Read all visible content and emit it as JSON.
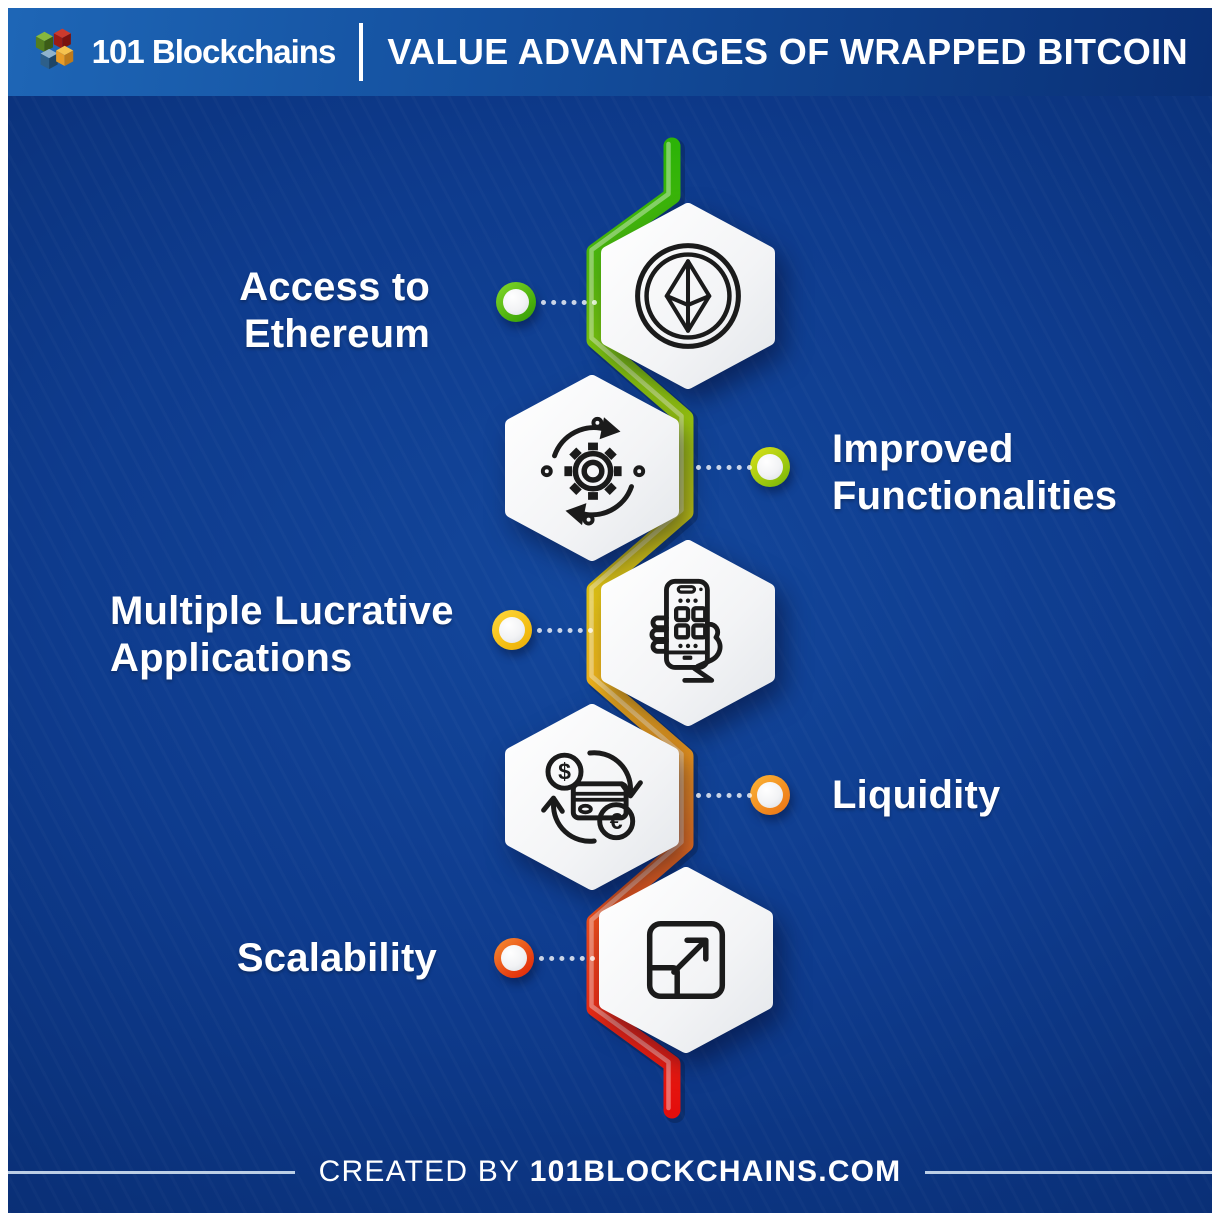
{
  "header": {
    "logo_text": "101 Blockchains",
    "title": "VALUE ADVANTAGES OF WRAPPED BITCOIN"
  },
  "items": [
    {
      "label_line1": "Access to",
      "label_line2": "Ethereum",
      "side": "left",
      "icon": "ethereum-icon",
      "bullet_color": "#46AD0A"
    },
    {
      "label_line1": "Improved",
      "label_line2": "Functionalities",
      "side": "right",
      "icon": "gear-sync-icon",
      "bullet_color": "#94C40C"
    },
    {
      "label_line1": "Multiple Lucrative",
      "label_line2": "Applications",
      "side": "left",
      "icon": "mobile-apps-hand-icon",
      "bullet_color": "#F2BB0E"
    },
    {
      "label_line1": "Liquidity",
      "label_line2": "",
      "side": "right",
      "icon": "currency-exchange-icon",
      "bullet_color": "#F0851D"
    },
    {
      "label_line1": "Scalability",
      "label_line2": "",
      "side": "left",
      "icon": "expand-icon",
      "bullet_color": "#E63D10"
    }
  ],
  "footer": {
    "prefix": "CREATED BY",
    "site": "101BLOCKCHAINS.COM"
  },
  "colors": {
    "page_frame": "#FFFFFF",
    "header_gradient": [
      "#1E66B6",
      "#0A3076"
    ],
    "body_background": [
      "#13479C",
      "#0E3B8D",
      "#092E74"
    ],
    "timeline_gradient": [
      "#2CB307",
      "#9BC90E",
      "#DEC713",
      "#F0861F",
      "#EC4E1B",
      "#E30E0C"
    ],
    "hexagon_fill": [
      "#FFFFFF",
      "#E4E7EB"
    ],
    "icon_stroke": "#1B1B1B",
    "text_color": "#FFFFFF"
  }
}
